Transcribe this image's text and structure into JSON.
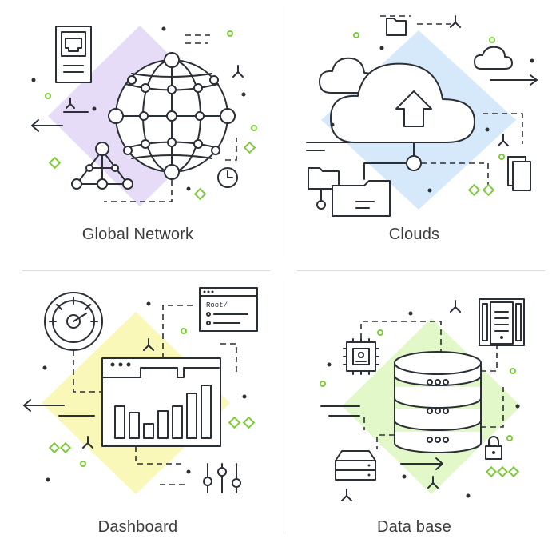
{
  "panels": [
    {
      "caption": "Global Network",
      "icon": "global-network-icon",
      "accent": "#e6dcf7"
    },
    {
      "caption": "Clouds",
      "icon": "cloud-upload-icon",
      "accent": "#d6e9fb"
    },
    {
      "caption": "Dashboard",
      "icon": "dashboard-icon",
      "accent": "#faf8b8"
    },
    {
      "caption": "Data base",
      "icon": "database-icon",
      "accent": "#e2f8c8"
    }
  ],
  "dashboard": {
    "terminal_text": "Root/"
  },
  "colors": {
    "line": "#2b2f36",
    "green": "#7ccb3a",
    "divider": "#d9d9d9"
  }
}
